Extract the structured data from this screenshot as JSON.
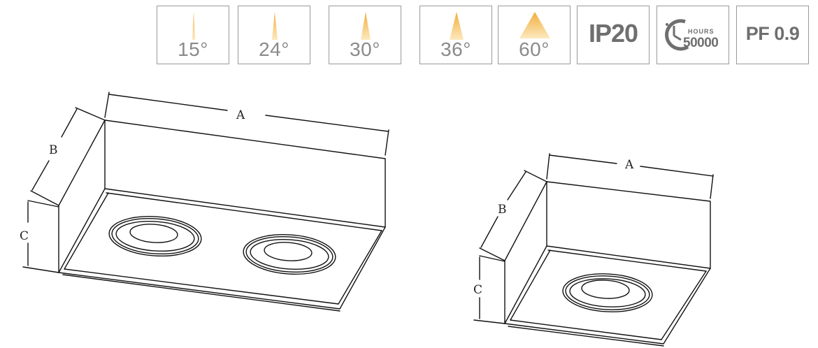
{
  "beam_angles": [
    "15°",
    "24°",
    "30°",
    "36°",
    "60°"
  ],
  "ip_rating": "IP20",
  "lifetime": {
    "caption": "HOURS",
    "value": "50000"
  },
  "power_factor": "PF 0.9",
  "colors": {
    "cone_light": "#fbe3a8",
    "cone_deep": "#f1ad3c",
    "badge_border": "#9a9a9a",
    "badge_text": "#8a8a8a",
    "icon_text": "#6f6f6f"
  },
  "double_fixture": {
    "dim_a": "A",
    "dim_b": "B",
    "dim_c": "C"
  },
  "single_fixture": {
    "dim_a": "A",
    "dim_b": "B",
    "dim_c": "C"
  }
}
